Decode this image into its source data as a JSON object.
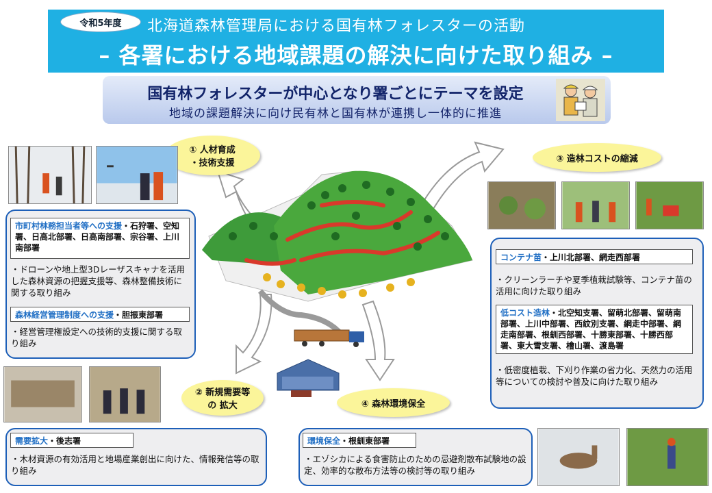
{
  "header": {
    "year_badge": "令和5年度",
    "title_line1": "北海道森林管理局における国有林フォレスターの活動",
    "title_line2": "– 各署における地域課題の解決に向けた取り組み –"
  },
  "banner": {
    "title": "国有林フォレスターが中心となり署ごとにテーマを設定",
    "subtitle": "地域の課題解決に向け民有林と国有林が連携し一体的に推進"
  },
  "themes": {
    "t1_line1": "① 人材育成",
    "t1_line2": "・技術支援",
    "t2_line1": "② 新規需要等",
    "t2_line2": "の 拡大",
    "t3": "③ 造林コストの縮減",
    "t4": "④ 森林環境保全"
  },
  "panel1": {
    "h1_key": "市町村林務担当者等への支援",
    "h1_rest": "・石狩署、空知署、日高北部署、日高南部署、宗谷署、上川南部署",
    "t1": "・ドローンや地上型3Dレーザスキャナを活用した森林資源の把握支援等、森林整備技術に関する取り組み",
    "h2_key": "森林経営管理制度への支援",
    "h2_rest": "・胆振東部署",
    "t2": "・経営管理権設定への技術的支援に関する取り組み"
  },
  "panel2": {
    "h_key": "需要拡大",
    "h_rest": "・後志署",
    "t": "・木材資源の有効活用と地場産業創出に向けた、情報発信等の取り組み"
  },
  "panel3": {
    "h1_key": "コンテナ苗",
    "h1_rest": "・上川北部署、網走西部署",
    "t1": "・クリーンラーチや夏季植栽試験等、コンテナ苗の活用に向けた取り組み",
    "h2_key": "低コスト造林",
    "h2_rest": "・北空知支署、留萌北部署、留萌南部署、上川中部署、西紋別支署、網走中部署、網走南部署、根釧西部署、十勝東部署、十勝西部署、東大雪支署、檜山署、渡島署",
    "t2": "・低密度植栽、下刈り作業の省力化、天然力の活用等についての検討や普及に向けた取り組み"
  },
  "panel4": {
    "h_key": "環境保全",
    "h_rest": "・根釧東部署",
    "t": "・エゾシカによる食害防止のための忌避剤散布試験地の設定、効率的な散布方法等の検討等の取り組み"
  },
  "colors": {
    "header_bg": "#1fb0e3",
    "panel_border": "#1d5fb8",
    "panel_bg": "#eeeef0",
    "oval_bg": "#fbf59a",
    "key_text": "#1f6ec4"
  }
}
